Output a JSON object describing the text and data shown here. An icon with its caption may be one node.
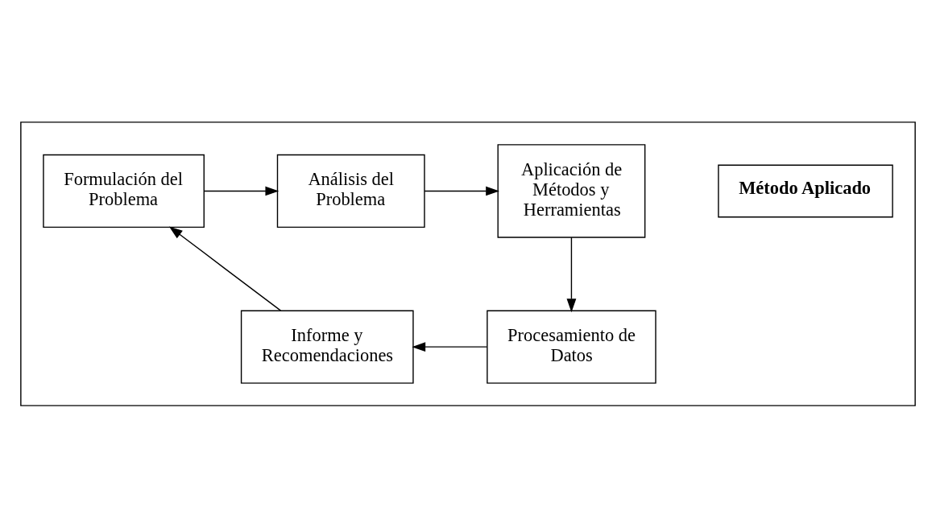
{
  "diagram": {
    "nodes": [
      {
        "text": [],
        "shape": "box"
      },
      {
        "text": [
          "Método Aplicado"
        ],
        "in": 0
      },
      {
        "text": [
          "Formulación del Problema"
        ],
        "in": 0
      },
      {
        "text": [
          "Análisis del Problema"
        ],
        "in": 0
      },
      {
        "text": [
          "Aplicación de Métodos y Herramientas"
        ],
        "in": 0
      },
      {
        "text": [
          "Procesamiento de Datos"
        ],
        "in": 0
      },
      {
        "text": [
          "Informe y Recomendaciones"
        ],
        "in": 0
      }
    ],
    "edges": [
      {
        "from": 2,
        "to": 3,
        "arrow": "to"
      },
      {
        "from": 3,
        "to": 4,
        "arrow": "to"
      },
      {
        "from": 4,
        "to": 5,
        "arrow": "to"
      },
      {
        "from": 5,
        "to": 6,
        "arrow": "to"
      },
      {
        "from": 6,
        "to": 2,
        "arrow": "to"
      }
    ]
  }
}
